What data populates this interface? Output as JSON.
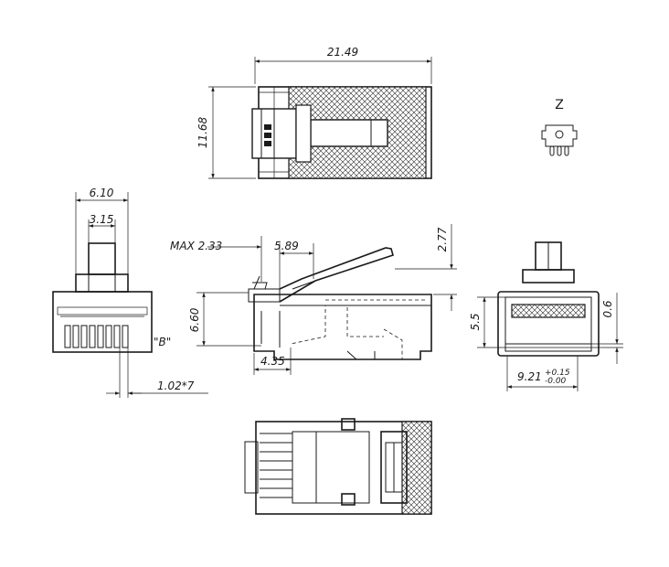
{
  "dimensions": {
    "top_length": "21.49",
    "top_height": "11.68",
    "front_width": "6.10",
    "front_inner": "3.15",
    "front_pitch": "1.02*7",
    "front_label_b": "\"B\"",
    "side_max": "MAX  2.33",
    "side_589": "5.89",
    "side_277": "2.77",
    "side_660": "6.60",
    "side_435": "4.35",
    "end_55": "5.5",
    "end_06": "0.6",
    "end_width": "9.21",
    "end_tol_plus": "+0.15",
    "end_tol_minus": "-0.00",
    "detail_label": "Z"
  }
}
